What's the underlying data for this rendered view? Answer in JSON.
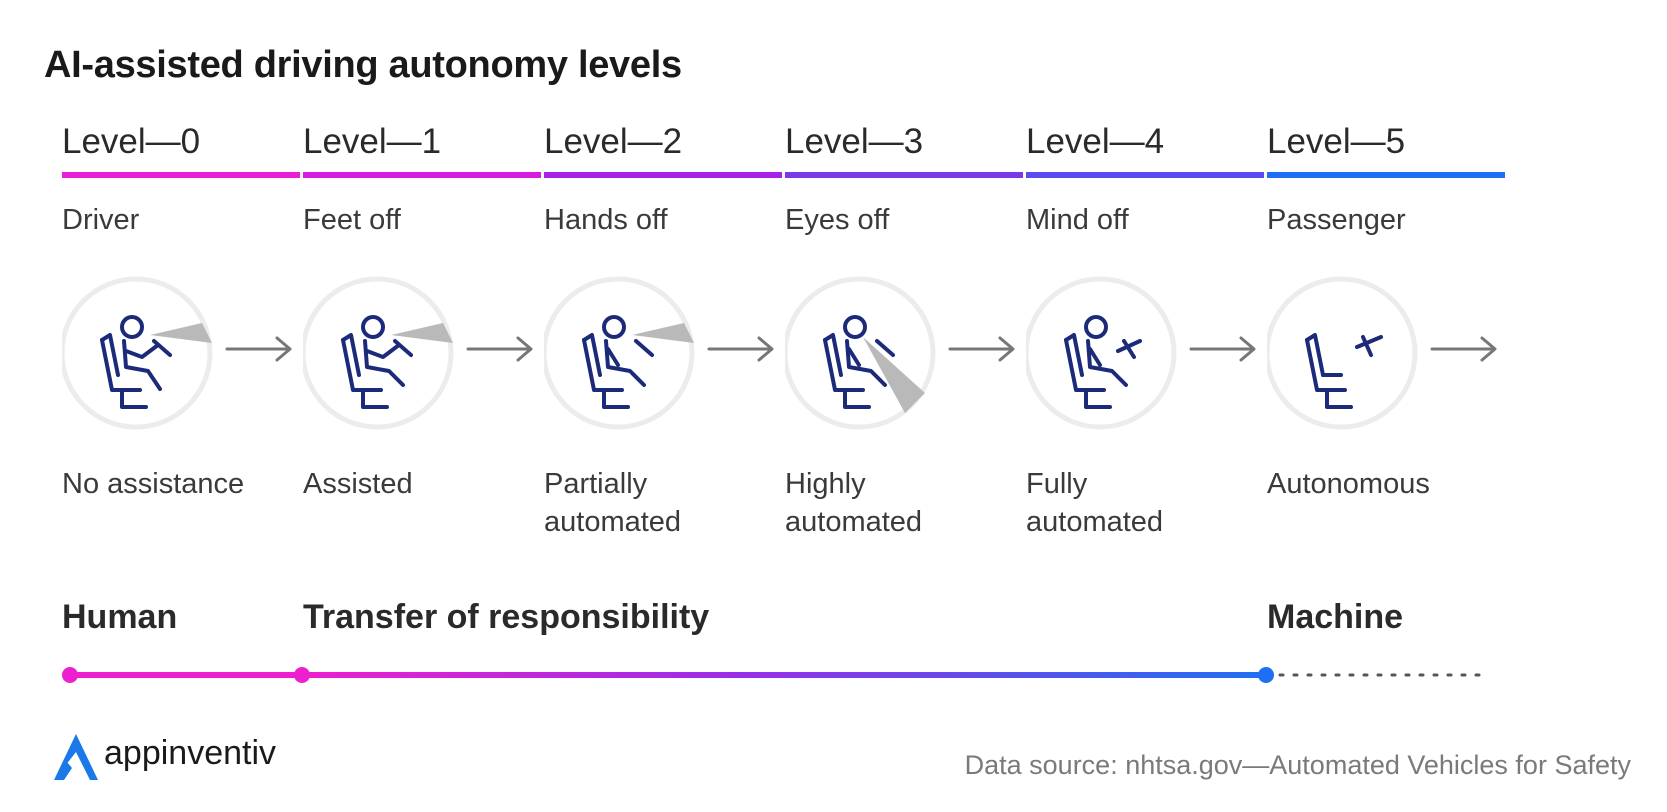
{
  "title": "AI-assisted driving autonomy levels",
  "levels": [
    {
      "label": "Level—0",
      "short": "Driver",
      "desc": "No assistance",
      "bar_color": "#e91ed6"
    },
    {
      "label": "Level—1",
      "short": "Feet off",
      "desc": "Assisted",
      "bar_color": "#d61ce0"
    },
    {
      "label": "Level—2",
      "short": "Hands off",
      "desc": "Partially\nautomated",
      "bar_color": "#a622e8"
    },
    {
      "label": "Level—3",
      "short": "Eyes off",
      "desc": "Highly\nautomated",
      "bar_color": "#7a3ae8"
    },
    {
      "label": "Level—4",
      "short": "Mind off",
      "desc": "Fully\nautomated",
      "bar_color": "#5a4cf0"
    },
    {
      "label": "Level—5",
      "short": "Passenger",
      "desc": "Autonomous",
      "bar_color": "#1f6ff4"
    }
  ],
  "responsibility": {
    "human": "Human",
    "transfer": "Transfer of responsibility",
    "machine": "Machine"
  },
  "colors": {
    "magenta": "#ee1fcf",
    "purple": "#9a2ee8",
    "blue": "#1f6ff4",
    "icon": "#1c2a7a",
    "cone": "#b9b9b9",
    "circle": "#ececec",
    "arrow": "#777777"
  },
  "brand": "appinventiv",
  "source": "Data source: nhtsa.gov—Automated Vehicles for Safety"
}
